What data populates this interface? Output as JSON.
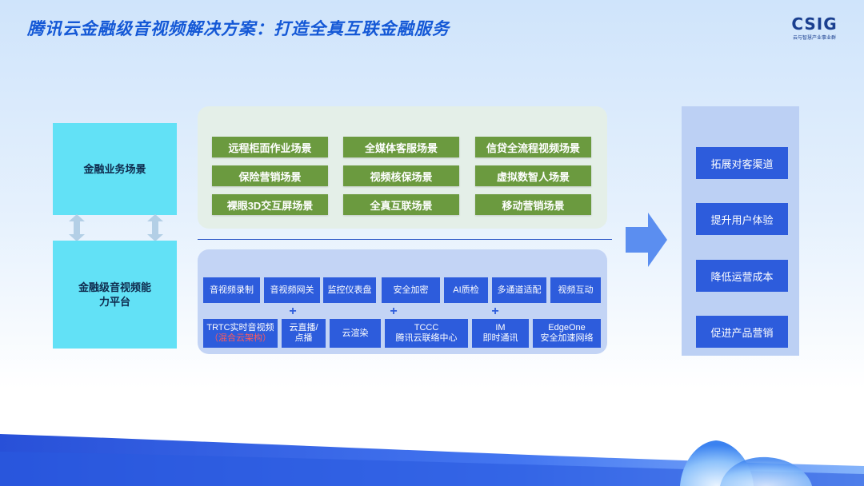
{
  "header": {
    "title": "腾讯云金融级音视频解决方案：打造全真互联金融服务",
    "logo_main": "CSIG",
    "logo_sub": "云与智慧产业事业群"
  },
  "left": {
    "top_box": "金融业务场景",
    "bottom_box": "金融级音视频能力平台"
  },
  "scenarios": [
    "远程柜面作业场景",
    "全媒体客服场景",
    "信贷全流程视频场景",
    "保险营销场景",
    "视频核保场景",
    "虚拟数智人场景",
    "裸眼3D交互屏场景",
    "全真互联场景",
    "移动营销场景"
  ],
  "capabilities_row1": [
    "音视频录制",
    "音视频网关",
    "监控仪表盘",
    "安全加密",
    "AI质检",
    "多通道适配",
    "视频互动"
  ],
  "capabilities_row2": {
    "trtc": "TRTC实时音视频",
    "trtc_note": "（混合云架构）",
    "live": "云直播/点播",
    "render": "云渲染",
    "tccc": "TCCC",
    "tccc_sub": "腾讯云联络中心",
    "im": "IM",
    "im_sub": "即时通讯",
    "edgeone": "EdgeOne",
    "edgeone_sub": "安全加速网络"
  },
  "plus_symbol": "+",
  "values": [
    "拓展对客渠道",
    "提升用户体验",
    "降低运营成本",
    "促进产品营销"
  ],
  "colors": {
    "title": "#1458d6",
    "cyan_box": "#62e1f6",
    "scene_green": "#6b9a3f",
    "capability_blue": "#2d5cdc",
    "panel_green": "#e4efe8",
    "panel_blue": "#c3d4f5"
  }
}
